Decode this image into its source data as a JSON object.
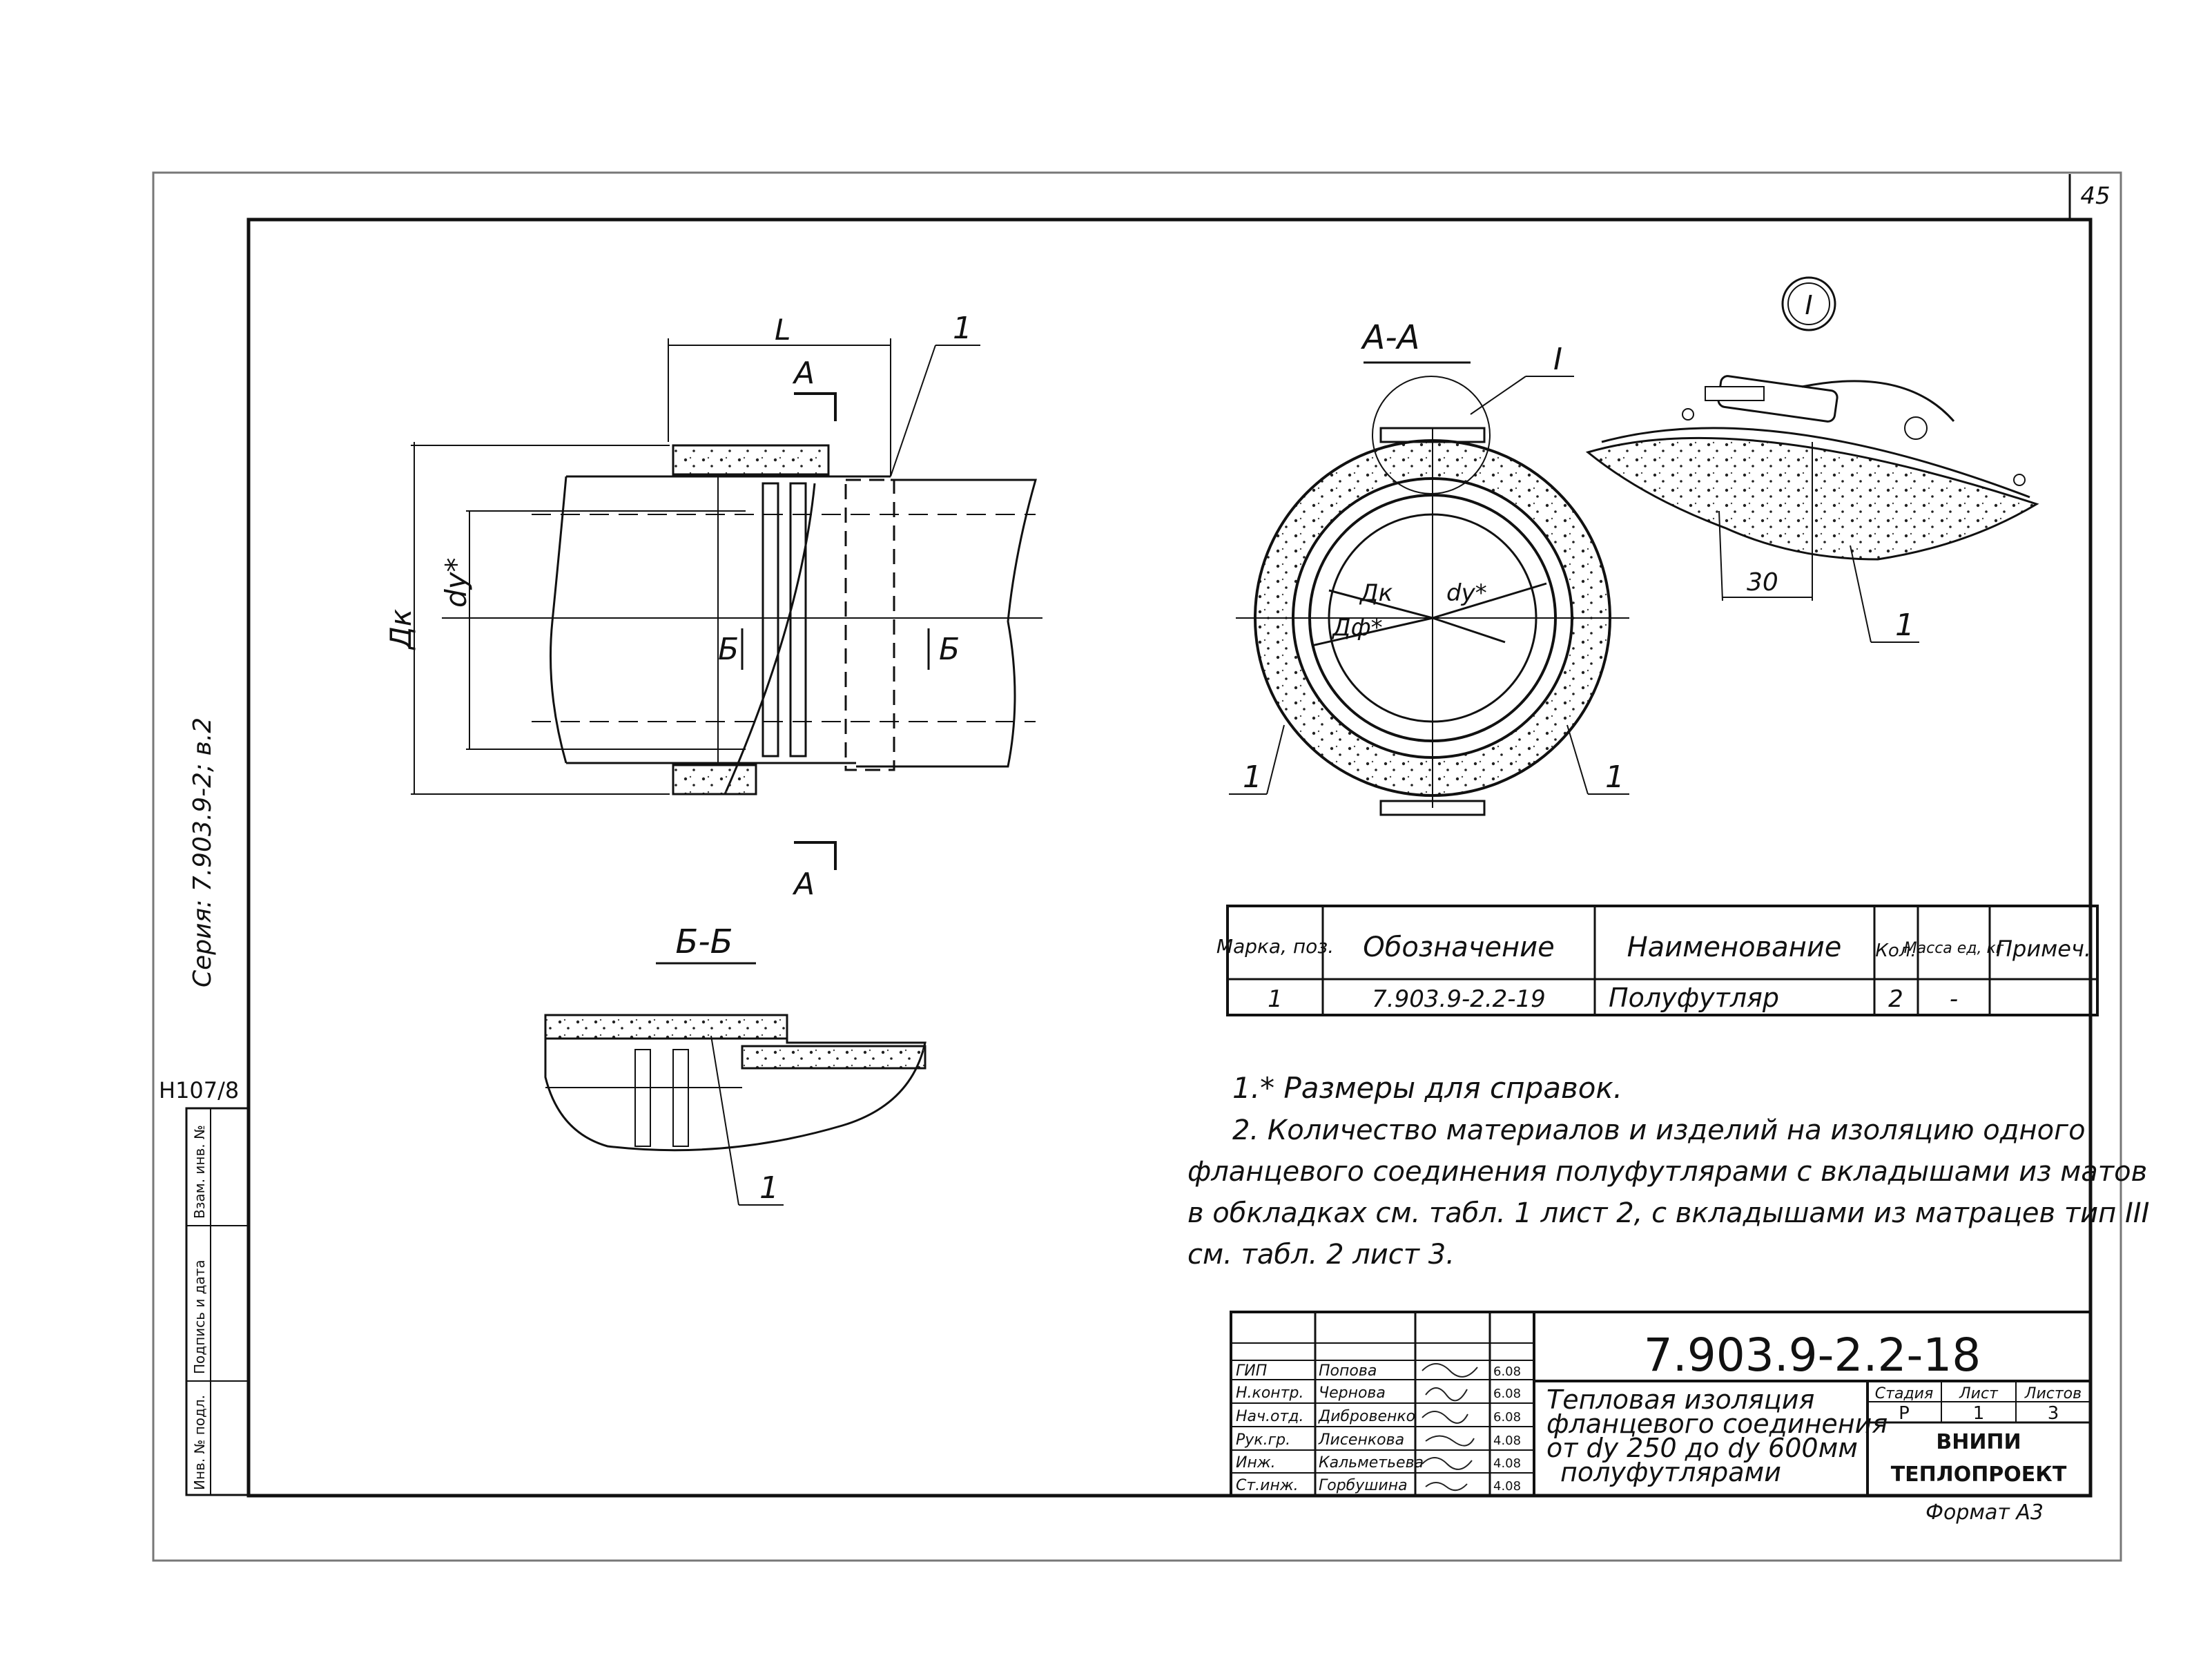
{
  "sheet_number": "45",
  "series_label": "Серия: 7.903.9-2; в.2",
  "archive_code": "Н107/8",
  "side_stamp": [
    "Инв. № подл.",
    "Подпись и дата",
    "Взам. инв. №"
  ],
  "views": {
    "main": {
      "dim_length": "L",
      "dim_outer": "Дк",
      "dim_inner": "dу*",
      "section_a": "А",
      "section_b": "Б",
      "callout": "1"
    },
    "section_aa": {
      "title": "А-А",
      "detail_ref": "I",
      "label_dk": "Дк",
      "label_dy": "dу*",
      "label_df": "Дф*",
      "callout_left": "1",
      "callout_right": "1"
    },
    "section_bb": {
      "title": "Б-Б",
      "callout": "1"
    },
    "detail_i": {
      "title": "I",
      "dim_30": "30",
      "callout": "1"
    }
  },
  "spec_table": {
    "headers": [
      "Марка, поз.",
      "Обозначение",
      "Наименование",
      "Кол.",
      "Масса ед, кг",
      "Примеч."
    ],
    "rows": [
      [
        "1",
        "7.903.9-2.2-19",
        "Полуфутляр",
        "2",
        "-",
        ""
      ]
    ]
  },
  "notes": [
    "1.* Размеры для справок.",
    "2. Количество материалов и изделий на изоляцию одного",
    "фланцевого соединения полуфутлярами с вкладышами из матов",
    "в обкладках см. табл. 1 лист 2, с вкладышами из матрацев тип III",
    "см. табл. 2 лист 3."
  ],
  "title_block": {
    "doc_code": "7.903.9-2.2-18",
    "title_lines": [
      "Тепловая изоляция",
      "фланцевого соединения",
      "от dу 250 до dу 600мм",
      "полуфутлярами"
    ],
    "stage_headers": [
      "Стадия",
      "Лист",
      "Листов"
    ],
    "stage_values": [
      "Р",
      "1",
      "3"
    ],
    "org_lines": [
      "ВНИПИ",
      "ТЕПЛОПРОЕКТ"
    ],
    "format": "Формат А3",
    "staff": [
      {
        "role": "ГИП",
        "name": "Попова",
        "date": "6.08"
      },
      {
        "role": "Н.контр.",
        "name": "Чернова",
        "date": "6.08"
      },
      {
        "role": "Нач.отд.",
        "name": "Дибровенко",
        "date": "6.08"
      },
      {
        "role": "Рук.гр.",
        "name": "Лисенкова",
        "date": "4.08"
      },
      {
        "role": "Инж.",
        "name": "Кальметьева",
        "date": "4.08"
      },
      {
        "role": "Ст.инж.",
        "name": "Горбушина",
        "date": "4.08"
      }
    ]
  }
}
